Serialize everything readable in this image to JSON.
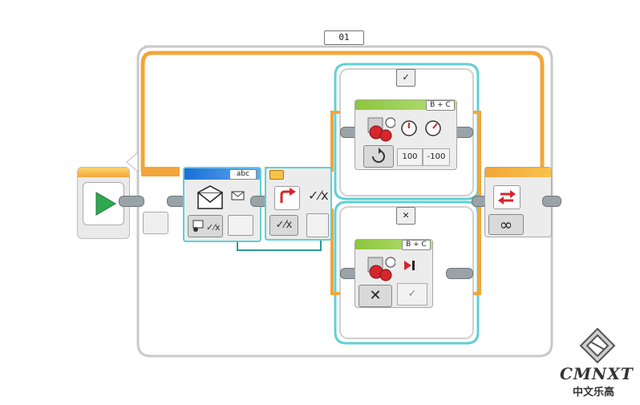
{
  "loop": {
    "label": "01",
    "mode_symbol": "∞"
  },
  "message_block": {
    "tag": "abc"
  },
  "switch": {
    "true_case_symbol": "✓",
    "false_case_symbol": "✕"
  },
  "motor_true": {
    "ports": "B + C",
    "steering": "100",
    "power": "-100"
  },
  "motor_false": {
    "ports": "B + C"
  },
  "watermark": {
    "brand": "CMNXT",
    "subtitle": "中文乐高"
  },
  "colors": {
    "loop_orange": "#f2a63a",
    "switch_cyan": "#5fd0d6",
    "motor_green": "#8cc63f",
    "message_blue": "#1a6fd6",
    "start_green": "#2fa84f",
    "wire_teal": "#2a9d8f",
    "frame_gray": "#bdbdbd"
  }
}
